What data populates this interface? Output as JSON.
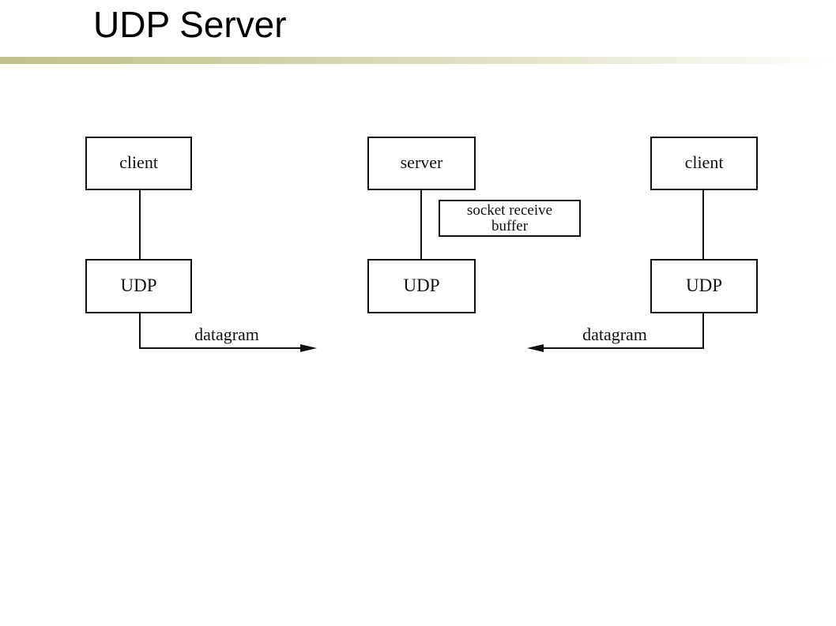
{
  "slide": {
    "title": "UDP Server"
  },
  "diagram": {
    "left_client": {
      "app_label": "client",
      "transport_label": "UDP"
    },
    "server": {
      "app_label": "server",
      "transport_label": "UDP",
      "buffer_label_line1": "socket receive",
      "buffer_label_line2": "buffer"
    },
    "right_client": {
      "app_label": "client",
      "transport_label": "UDP"
    },
    "left_datagram_label": "datagram",
    "right_datagram_label": "datagram"
  },
  "colors": {
    "title_rule": "#bfc08a",
    "stroke": "#111111"
  }
}
